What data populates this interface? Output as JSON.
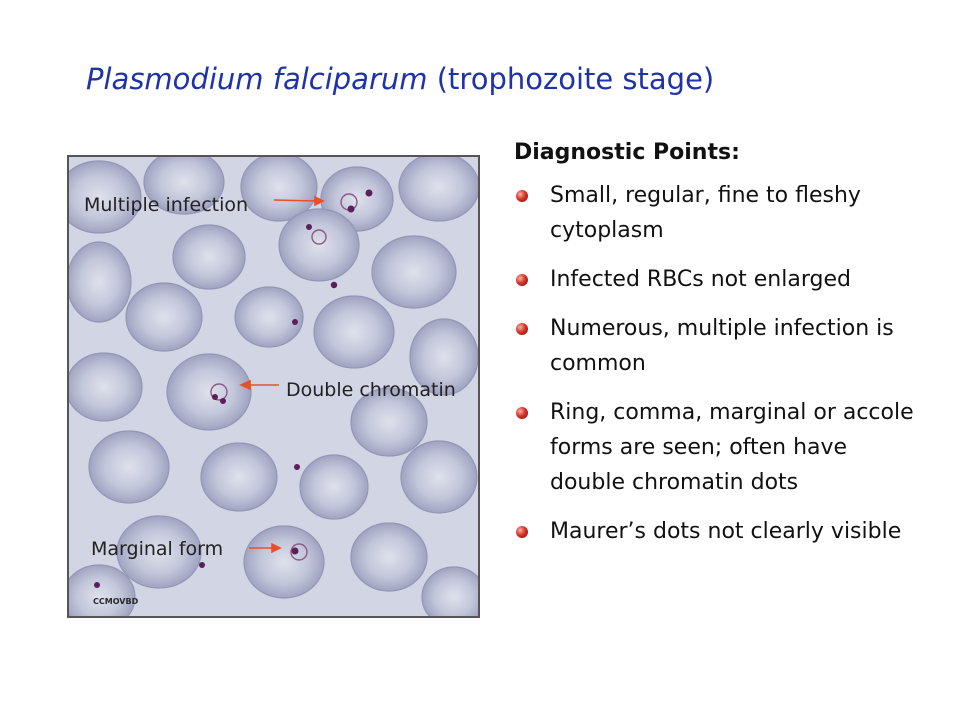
{
  "slide": {
    "title_italic": "Plasmodium falciparum",
    "title_rest": " (trophozoite stage)"
  },
  "image": {
    "labels": {
      "multiple_infection": "Multiple infection",
      "double_chromatin": "Double chromatin",
      "marginal_form": "Marginal form"
    },
    "watermark": "CCMOVBD",
    "arrow_color": "#e8502a"
  },
  "diagnostic": {
    "heading": "Diagnostic Points:",
    "points": [
      "Small, regular, fine to fleshy cytoplasm",
      "Infected RBCs not enlarged",
      "Numerous, multiple infection is common",
      "Ring, comma, marginal or accole forms are seen; often have double chromatin dots",
      "Maurer’s dots not clearly visible"
    ]
  },
  "colors": {
    "title": "#1f33a8",
    "bullet": "#d6332a"
  }
}
